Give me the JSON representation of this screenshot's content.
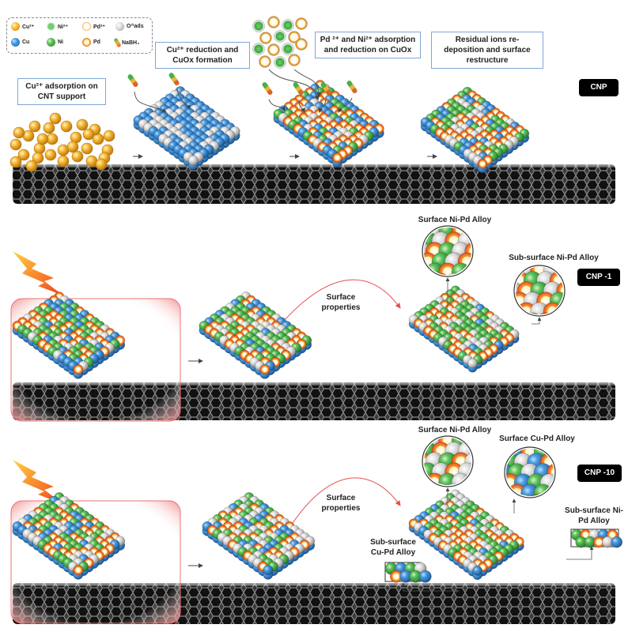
{
  "legend": {
    "items": [
      {
        "label": "Cu²⁺",
        "color": "#f2b234",
        "ring": "#f2b234",
        "kind": "ion"
      },
      {
        "label": "Ni²⁺",
        "color": "#46b04a",
        "ring": "#e0e0e0",
        "kind": "ion"
      },
      {
        "label": "Pd²⁺",
        "color": "#ffffff",
        "ring": "#e8941e",
        "kind": "ion"
      },
      {
        "label": "O^ads",
        "color": "#d8d8d8",
        "ring": "#9a9a9a",
        "kind": "atom"
      },
      {
        "label": "Cu",
        "color": "#2f7fc4",
        "ring": "#2f7fc4",
        "kind": "atom"
      },
      {
        "label": "Ni",
        "color": "#46b04a",
        "ring": "#46b04a",
        "kind": "atom"
      },
      {
        "label": "Pd",
        "color": "#ef5a26",
        "ring": "#ef5a26",
        "kind": "atom"
      },
      {
        "label": "NaBH₄",
        "color": "#46b04a",
        "ring": "#ef5a26",
        "kind": "reductant"
      }
    ]
  },
  "row1": {
    "step1": "Cu²⁺ adsorption on CNT support",
    "step2": "Cu²⁺ reduction and CuOx formation",
    "step3": "Pd ²⁺ and Ni²⁺ adsorption and reduction on CuOx",
    "step4": "Residual ions re-deposition and surface restructure",
    "badge": "CNP"
  },
  "row2": {
    "arrow_label": "Surface properties",
    "zoom_a": "Surface Ni-Pd Alloy",
    "zoom_b": "Sub-surface Ni-Pd Alloy",
    "badge": "CNP -1"
  },
  "row3": {
    "arrow_label": "Surface properties",
    "zoom_a": "Surface Ni-Pd Alloy",
    "zoom_b": "Surface Cu-Pd Alloy",
    "zoom_c": "Sub-surface Ni-Pd Alloy",
    "zoom_d": "Sub-surface Cu-Pd Alloy",
    "badge": "CNP -10"
  },
  "palette": {
    "cu": "#2f7fc4",
    "ni": "#46b04a",
    "pd": "#ef5a26",
    "o": "#d6d6d6",
    "cu_ion": "#f2b234",
    "cnt": "#2a2a2a",
    "flash": "#f4522a",
    "arrow_red": "#e55050"
  }
}
